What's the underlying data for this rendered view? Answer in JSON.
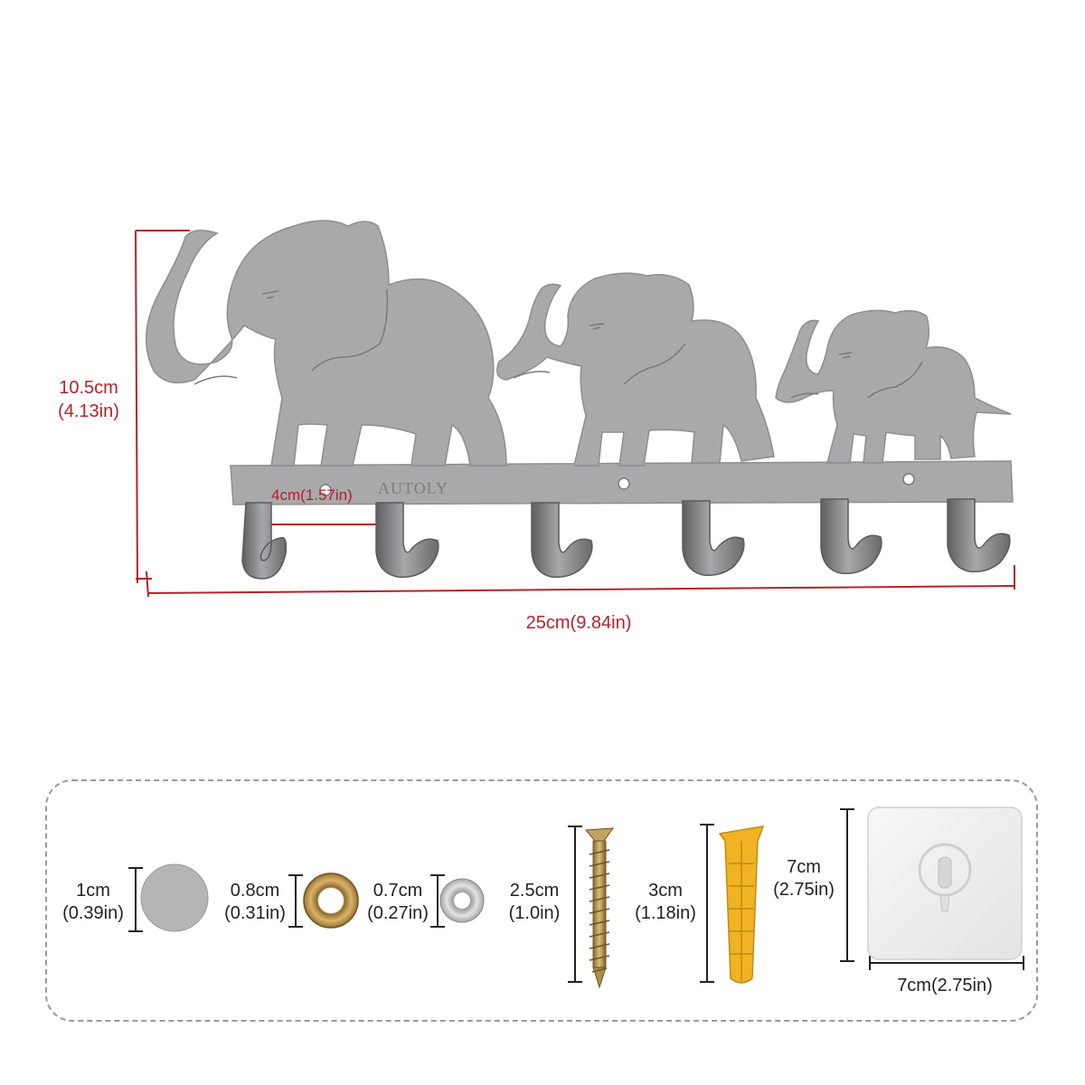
{
  "rack": {
    "brand": "AUTOLY",
    "height_cm": "10.5cm",
    "height_in": "(4.13in)",
    "width_label": "25cm(9.84in)",
    "hook_spacing_label": "4cm(1.57in)",
    "hook_count": 6
  },
  "parts": [
    {
      "name": "cap",
      "cm": "1cm",
      "in": "(0.39in)"
    },
    {
      "name": "bushing",
      "cm": "0.8cm",
      "in": "(0.31in)"
    },
    {
      "name": "washer",
      "cm": "0.7cm",
      "in": "(0.27in)"
    },
    {
      "name": "screw",
      "cm": "2.5cm",
      "in": "(1.0in)"
    },
    {
      "name": "anchor",
      "cm": "3cm",
      "in": "(1.18in)"
    },
    {
      "name": "adhesive-pad",
      "cm": "7cm",
      "in": "(2.75in)",
      "width_label": "7cm(2.75in)"
    }
  ],
  "colors": {
    "dimension_red": "#b5222a",
    "metal": "#a9a9ab",
    "metal_dark": "#6e6e70",
    "brass": "#c49a4a",
    "anchor_yellow": "#f0b323",
    "screw_gold": "#b89347"
  }
}
